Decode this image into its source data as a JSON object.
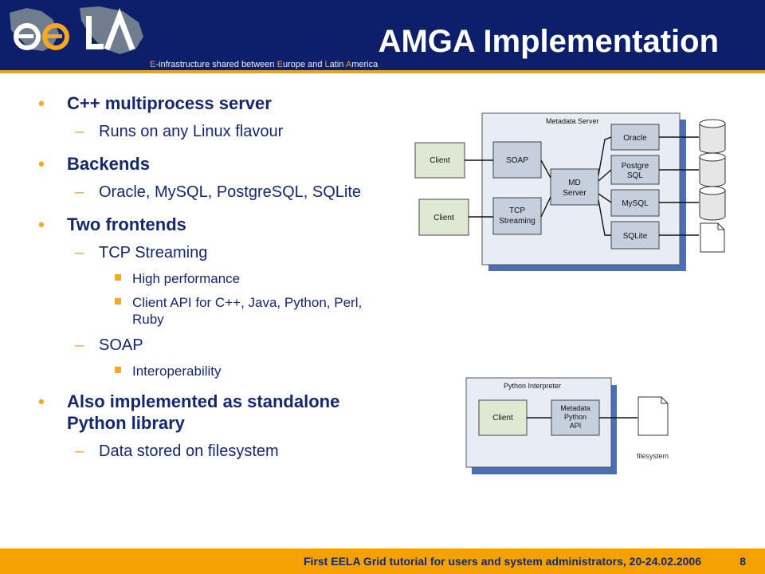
{
  "header": {
    "title": "AMGA Implementation",
    "tagline": {
      "p1": "E",
      "p2": "-infrastructure shared between ",
      "p3": "E",
      "p4": "urope and ",
      "p5": "L",
      "p6": "atin ",
      "p7": "A",
      "p8": "merica"
    }
  },
  "bullets": {
    "b1": "C++ multiprocess server",
    "b1_1": "Runs on any Linux flavour",
    "b2": "Backends",
    "b2_1": "Oracle, MySQL, PostgreSQL, SQLite",
    "b3": "Two frontends",
    "b3_1": "TCP Streaming",
    "b3_1_1": "High performance",
    "b3_1_2": "Client API for C++, Java, Python, Perl, Ruby",
    "b3_2": "SOAP",
    "b3_2_1": "Interoperability",
    "b4": "Also implemented as standalone Python library",
    "b4_1": "Data stored on filesystem",
    "dash": "–",
    "dot": "•"
  },
  "diagram1": {
    "server_label": "Metadata Server",
    "client1": "Client",
    "client2": "Client",
    "soap": "SOAP",
    "tcp_l1": "TCP",
    "tcp_l2": "Streaming",
    "md_l1": "MD",
    "md_l2": "Server",
    "oracle": "Oracle",
    "pg_l1": "Postgre",
    "pg_l2": "SQL",
    "mysql": "MySQL",
    "sqlite": "SQLite"
  },
  "diagram2": {
    "interp_label": "Python Interpreter",
    "client": "Client",
    "api_l1": "Metadata",
    "api_l2": "Python",
    "api_l3": "API",
    "fs_label": "filesystem"
  },
  "footer": {
    "text": "First EELA Grid tutorial for users and system administrators, 20-24.02.2006",
    "page": "8"
  },
  "colors": {
    "header": "#0d1f6b",
    "accent": "#f5a623",
    "text": "#13286e",
    "footer": "#f5a200"
  }
}
